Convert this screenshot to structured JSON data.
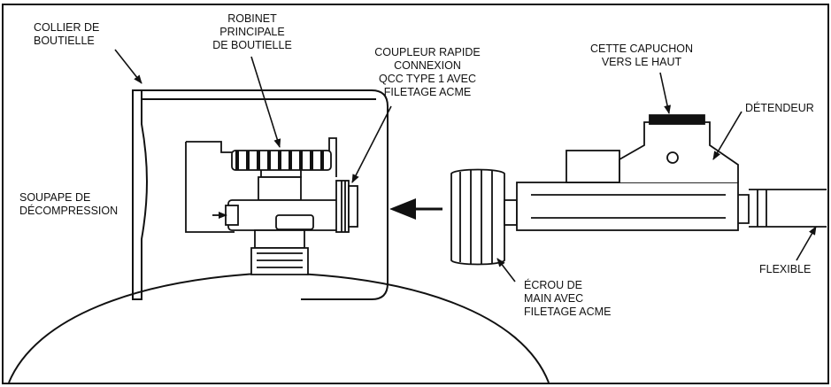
{
  "labels": {
    "collier": [
      "COLLIER DE",
      "BOUTIELLE"
    ],
    "robinet": [
      "ROBINET",
      "PRINCIPALE",
      "DE BOUTIELLE"
    ],
    "coupleur": [
      "COUPLEUR RAPIDE",
      "CONNEXION",
      "QCC TYPE 1 AVEC",
      "FILETAGE ACME"
    ],
    "capuchon": [
      "CETTE CAPUCHON",
      "VERS LE HAUT"
    ],
    "detendeur": [
      "DÉTENDEUR"
    ],
    "soupape": [
      "SOUPAPE DE",
      "DÉCOMPRESSION"
    ],
    "ecrou": [
      "ÉCROU DE",
      "MAIN AVEC",
      "FILETAGE ACME"
    ],
    "flexible": [
      "FLEXIBLE"
    ]
  },
  "colors": {
    "line": "#111111",
    "background": "#ffffff"
  }
}
